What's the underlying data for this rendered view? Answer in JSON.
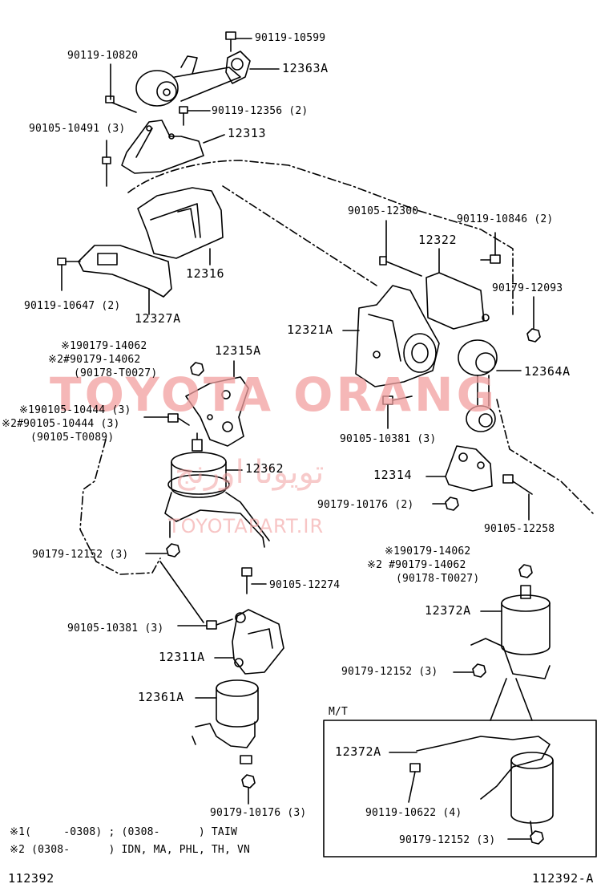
{
  "watermark": {
    "main": "TOYOTA ORANG",
    "arabic": "تويوتا اورنج",
    "url": "TOYOTAPART.IR"
  },
  "labels": {
    "p_90119_10599": "90119-10599",
    "p_90119_10820": "90119-10820",
    "p_12363A": "12363A",
    "p_90119_12356": "90119-12356 (2)",
    "p_90105_10491": "90105-10491 (3)",
    "p_12313": "12313",
    "p_90105_12300": "90105-12300",
    "p_90119_10846": "90119-10846 (2)",
    "p_12322": "12322",
    "p_90179_12093": "90179-12093",
    "p_12316": "12316",
    "p_90119_10647": "90119-10647 (2)",
    "p_12327A": "12327A",
    "p_12321A": "12321A",
    "note1_90179_14062": "※190179-14062",
    "note2_90179_14062": "※2#90179-14062",
    "p_90178_T0027_a": "(90178-T0027)",
    "p_12315A": "12315A",
    "p_12364A": "12364A",
    "note1_90105_10444": "※190105-10444 (3)",
    "note2_90105_10444": "※2#90105-10444 (3)",
    "p_90105_T0089": "(90105-T0089)",
    "p_90105_10381_a": "90105-10381 (3)",
    "p_12362": "12362",
    "p_12314": "12314",
    "p_90179_10176_a": "90179-10176 (2)",
    "p_90105_12258": "90105-12258",
    "p_90179_12152_a": "90179-12152 (3)",
    "note1_90179_14062_b": "※190179-14062",
    "note2_90179_14062_b": "※2 #90179-14062",
    "p_90178_T0027_b": "(90178-T0027)",
    "p_90105_12274": "90105-12274",
    "p_12372A_a": "12372A",
    "p_90105_10381_b": "90105-10381 (3)",
    "p_12311A": "12311A",
    "p_90179_12152_b": "90179-12152 (3)",
    "p_12361A": "12361A",
    "mt": "M/T",
    "p_12372A_b": "12372A",
    "p_90179_10176_b": "90179-10176 (3)",
    "p_90119_10622": "90119-10622 (4)",
    "p_90179_12152_c": "90179-12152 (3)"
  },
  "footnotes": {
    "note1": "※1(     -0308) ; (0308-      ) TAIW",
    "note2": "※2 (0308-      ) IDN, MA, PHL, TH, VN"
  },
  "footer": {
    "left_code": "112392",
    "right_code": "112392-A"
  }
}
